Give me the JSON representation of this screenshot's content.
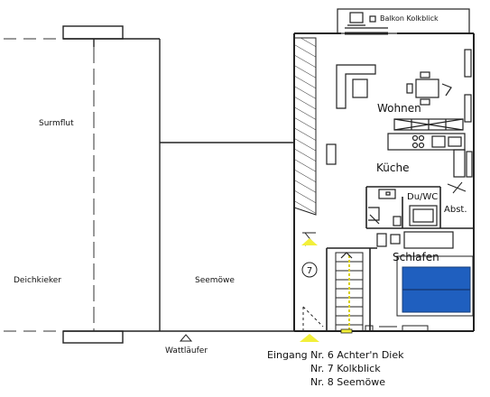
{
  "rooms": {
    "surmflut": "Surmflut",
    "deichkieker": "Deichkieker",
    "seemoewe": "Seemöwe",
    "wohnen": "Wohnen",
    "kueche": "Küche",
    "duwc": "Du/WC",
    "abst": "Abst.",
    "schlafen": "Schlafen",
    "balkon": "Balkon Kolkblick"
  },
  "markers": {
    "entrance_number": "7",
    "wattlaeufer": "Wattläufer"
  },
  "entrance": {
    "line1": "Eingang Nr. 6 Achter'n Diek",
    "line2": "Nr. 7 Kolkblick",
    "line3": "Nr. 8 Seemöwe"
  },
  "colors": {
    "wall": "#222222",
    "bed": "#1f5fbf",
    "highlight": "#f2ef3a",
    "background": "#ffffff"
  }
}
